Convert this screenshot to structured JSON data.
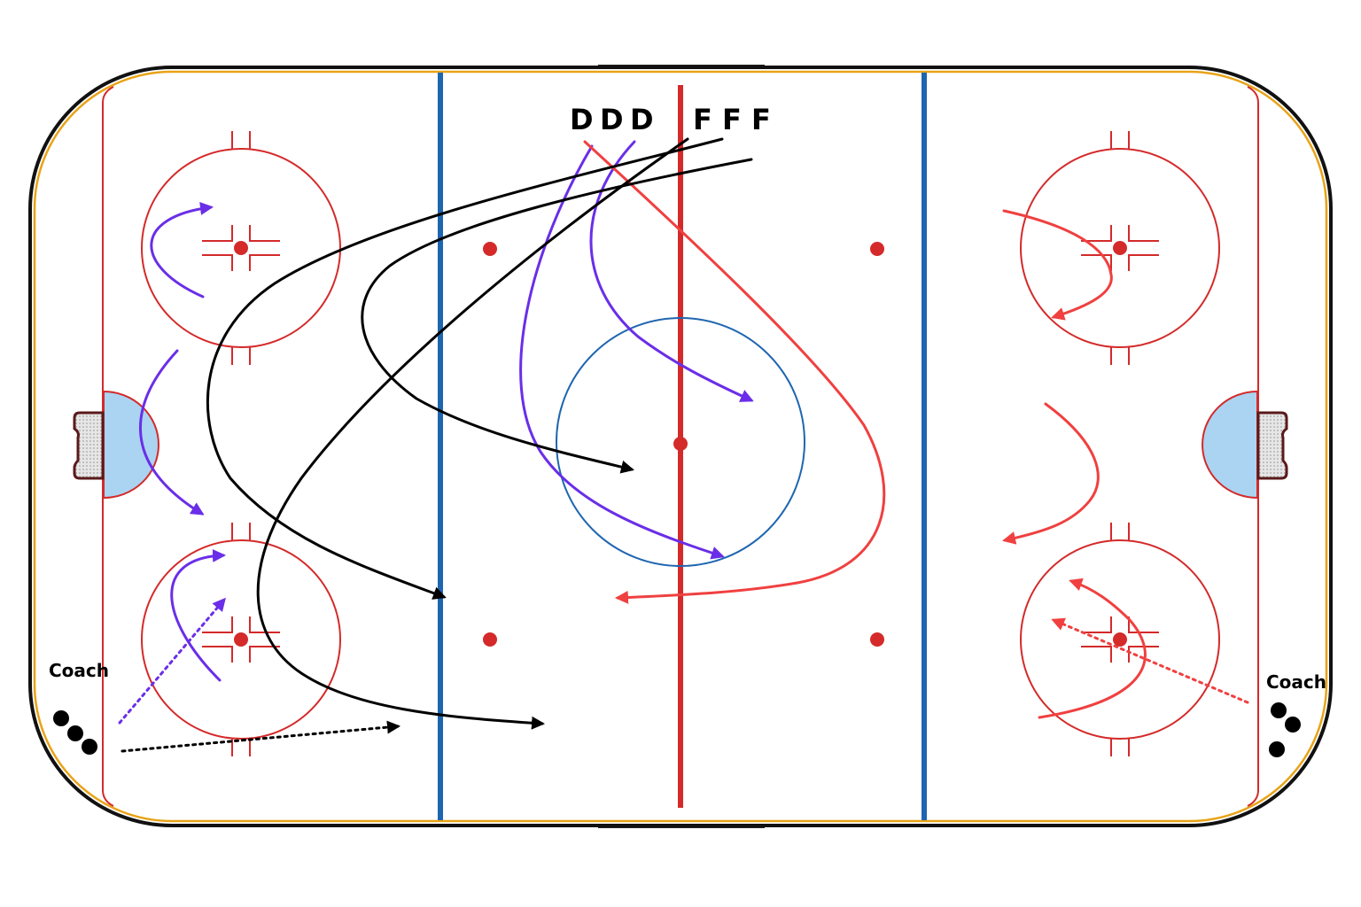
{
  "labels": {
    "d1": "D",
    "d2": "D",
    "d3": "D",
    "f1": "F",
    "f2": "F",
    "f3": "F",
    "coach_left": "Coach",
    "coach_right": "Coach"
  },
  "colors": {
    "board": "#111111",
    "kickplate": "#e8a317",
    "red_line": "#d42a2a",
    "blue_line": "#1f66b0",
    "crease": "#aad4f2",
    "center_circle": "#1f66b0",
    "purple_path": "#6a2ee8",
    "red_path": "#f04040",
    "black_path": "#000000",
    "puck": "#000000"
  }
}
